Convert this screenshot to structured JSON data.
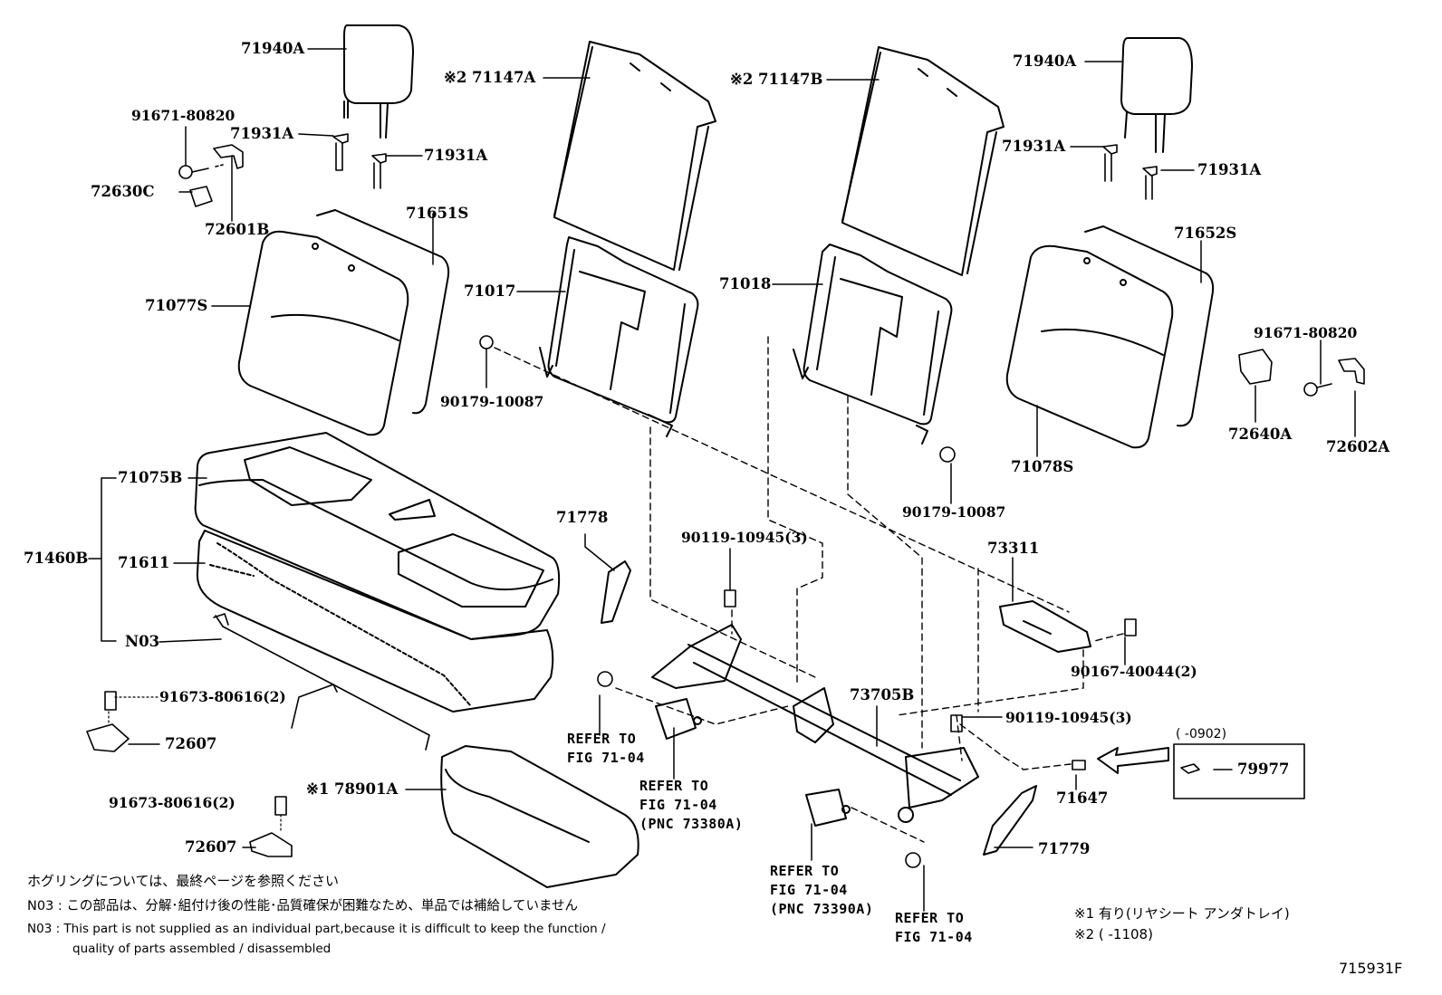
{
  "labels": {
    "hr_l": "71940A",
    "hr_r": "71940A",
    "back_panel_l": "※2 71147A",
    "back_panel_r": "※2 71147B",
    "bolt_l": "91671-80820",
    "bolt_r": "91671-80820",
    "guide_l1": "71931A",
    "guide_l2": "71931A",
    "guide_r1": "71931A",
    "guide_r2": "71931A",
    "cover_l_clip": "72630C",
    "cover_l_hinge": "72601B",
    "back_cover_l": "71651S",
    "back_cushion_l": "71077S",
    "frame_l": "71017",
    "frame_r": "71018",
    "back_cover_r": "71652S",
    "back_cushion_r": "71078S",
    "cover_r_clip": "72640A",
    "cover_r_hinge": "72602A",
    "nut_l": "90179-10087",
    "nut_r": "90179-10087",
    "cushion_cover": "71075B",
    "cushion_assy": "71460B",
    "cushion_pad": "71611",
    "n03": "N03",
    "lever_l": "71778",
    "bolt_m1": "90119-10945(3)",
    "bracket": "73311",
    "bolt_m2": "90167-40044(2)",
    "belt_center": "73705B",
    "bolt_m3": "90119-10945(3)",
    "bolt_b1": "91673-80616(2)",
    "hinge_b1": "72607",
    "bolt_b2": "91673-80616(2)",
    "hinge_b2": "72607",
    "tray": "※1 78901A",
    "part_79977": "79977",
    "part_71647": "71647",
    "lever_r": "71779",
    "box_range": "(    -0902)"
  },
  "refs": {
    "r1": "REFER TO\nFIG 71-04",
    "r2": "REFER TO\nFIG 71-04\n(PNC 73380A)",
    "r3": "REFER TO\nFIG 71-04\n(PNC 73390A)",
    "r4": "REFER TO\nFIG 71-04"
  },
  "notes": {
    "hog_ring": "ホグリングについては、最終ページを参照ください",
    "n03_jp": "N03 : この部品は、分解･組付け後の性能･品質確保が困難なため、単品では補給していません",
    "n03_en1": "N03 : This part is not supplied as an individual part,because it is difficult to keep the function /",
    "n03_en2": "quality of parts assembled / disassembled",
    "foot1": "※1 有り(リヤシート アンダトレイ)",
    "foot2": "※2 (      -1108)"
  },
  "figure_number": "715931F"
}
